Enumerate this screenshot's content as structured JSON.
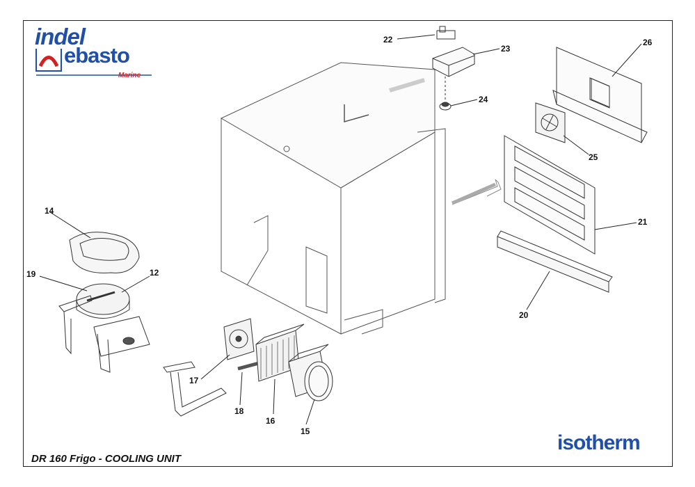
{
  "brand": {
    "indel": "indel",
    "webasto": "ebasto",
    "marine": "Marine",
    "isotherm": "isotherm",
    "brand_blue": "#1f4fa8",
    "brand_red": "#d32020"
  },
  "title": "DR 160 Frigo - COOLING UNIT",
  "callouts": [
    "12",
    "14",
    "15",
    "16",
    "17",
    "18",
    "19",
    "20",
    "21",
    "22",
    "23",
    "24",
    "25",
    "26"
  ]
}
